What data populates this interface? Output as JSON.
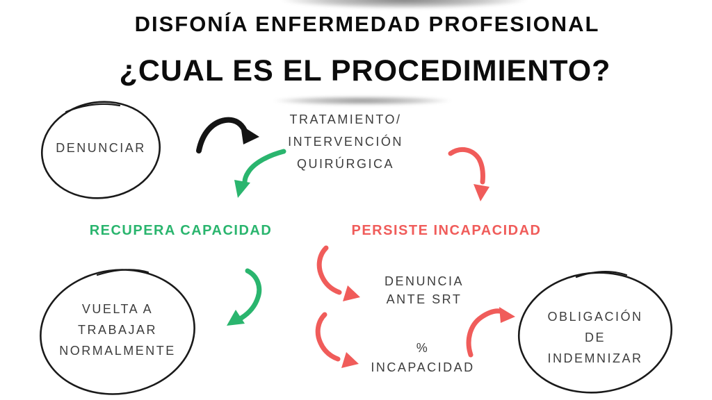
{
  "header": {
    "title": "DISFONÍA ENFERMEDAD PROFESIONAL",
    "subtitle": "¿CUAL ES EL PROCEDIMIENTO?"
  },
  "flow": {
    "denunciar": {
      "label": "DENUNCIAR"
    },
    "tratamiento": {
      "lines": [
        "TRATAMIENTO/",
        "INTERVENCIÓN",
        "QUIRÚRGICA"
      ]
    },
    "recupera_capacidad": {
      "label": "RECUPERA CAPACIDAD"
    },
    "persiste_incapacidad": {
      "label": "PERSISTE INCAPACIDAD"
    },
    "denuncia_ante_srt": {
      "lines": [
        "DENUNCIA",
        "ANTE SRT"
      ]
    },
    "porcentaje_incapacidad": {
      "lines": [
        "%",
        "INCAPACIDAD"
      ]
    },
    "vuelta_trabajar": {
      "lines": [
        "VUELTA A",
        "TRABAJAR",
        "NORMALMENTE"
      ]
    },
    "obligacion_indemnizar": {
      "lines": [
        "OBLIGACIÓN",
        "DE",
        "INDEMNIZAR"
      ]
    }
  },
  "icons": {
    "black_arrow": "curved-arrow-right",
    "green_arrow_top": "curved-arrow-down-left",
    "red_arrow_top": "curved-arrow-down-right",
    "green_arrow_mid": "curved-arrow-down-left",
    "red_arrow_denuncia": "curved-arrow-down-right",
    "red_arrow_incapacidad": "curved-arrow-down-right",
    "red_arrow_obligacion": "curved-arrow-up-right"
  },
  "colors": {
    "green": "#2ab56e",
    "red": "#f05c5a",
    "ink": "#141414",
    "text": "#3d3d3d"
  }
}
